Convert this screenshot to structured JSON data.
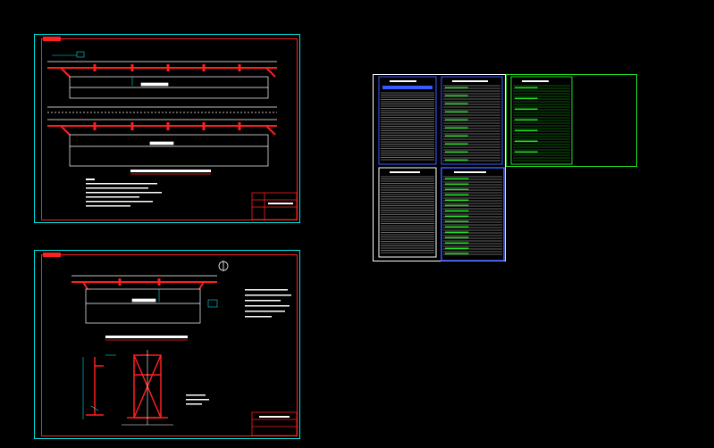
{
  "canvas": {
    "background": "#000000"
  },
  "colors": {
    "frame_cyan": "#00e5e5",
    "frame_red": "#ff2020",
    "line_white": "#ffffff",
    "line_blue": "#3a5bff",
    "line_green": "#22dd22",
    "line_red": "#ff2020"
  },
  "drawings": [
    {
      "id": "sheet-1",
      "kind": "bridge-elevation-plan"
    },
    {
      "id": "sheet-2",
      "kind": "bridge-elevation-detail"
    },
    {
      "id": "sheet-3",
      "kind": "quantity-tables"
    }
  ],
  "icons": {
    "section_marker": "circle-symbol-icon",
    "north_arrow": "none"
  }
}
